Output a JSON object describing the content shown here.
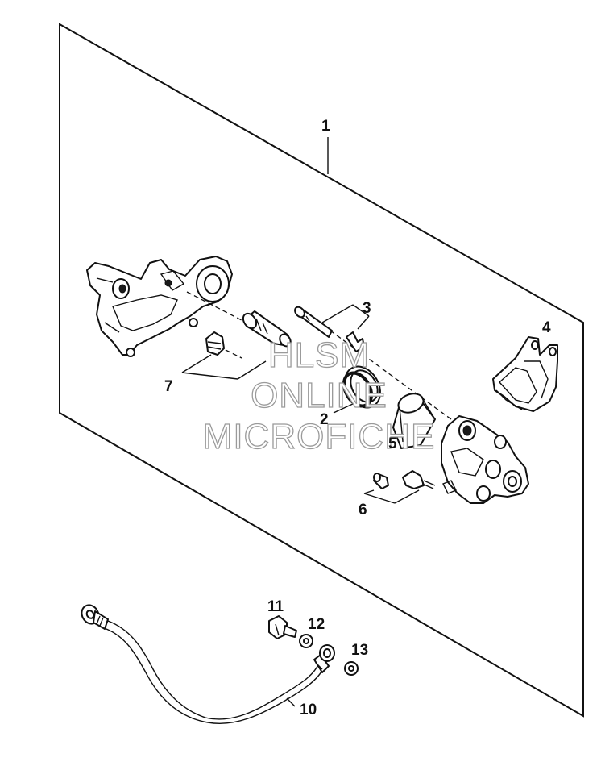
{
  "labels": {
    "p1": "1",
    "p2": "2",
    "p3": "3",
    "p4": "4",
    "p5": "5",
    "p6": "6",
    "p7": "7",
    "p10": "10",
    "p11": "11",
    "p12": "12",
    "p13": "13"
  },
  "watermark": {
    "line1": "HLSM",
    "line2": "ONLINE",
    "line3": "MICROFICHE"
  }
}
